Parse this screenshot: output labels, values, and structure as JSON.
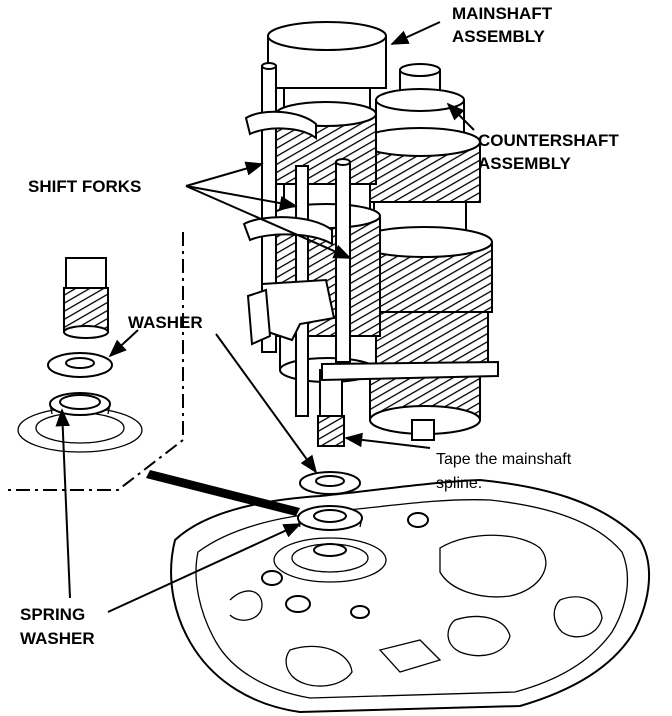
{
  "labels": {
    "mainshaft_line1": "MAINSHAFT",
    "mainshaft_line2": "ASSEMBLY",
    "countershaft_line1": "COUNTERSHAFT",
    "countershaft_line2": "ASSEMBLY",
    "shift_forks": "SHIFT FORKS",
    "washer": "WASHER",
    "tape_line1": "Tape the mainshaft",
    "tape_line2": "spline.",
    "spring_washer_line1": "SPRING",
    "spring_washer_line2": "WASHER"
  },
  "colors": {
    "ink": "#000000",
    "paper": "#ffffff"
  }
}
